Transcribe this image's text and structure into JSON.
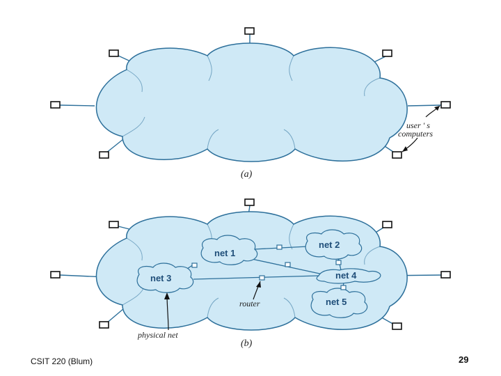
{
  "diagram_a": {
    "caption": "(a)",
    "annotation_line1": "user ' s",
    "annotation_line2": "computers"
  },
  "diagram_b": {
    "caption": "(b)",
    "nets": [
      "net 1",
      "net 2",
      "net 3",
      "net 4",
      "net 5"
    ],
    "router_label": "router",
    "physical_net_label": "physical net"
  },
  "footer": {
    "course": "CSIT 220 (Blum)",
    "page_number": "29"
  },
  "colors": {
    "cloud_fill": "#cfe9f6",
    "cloud_stroke": "#2c6f9a",
    "line": "#2c6f9a"
  }
}
